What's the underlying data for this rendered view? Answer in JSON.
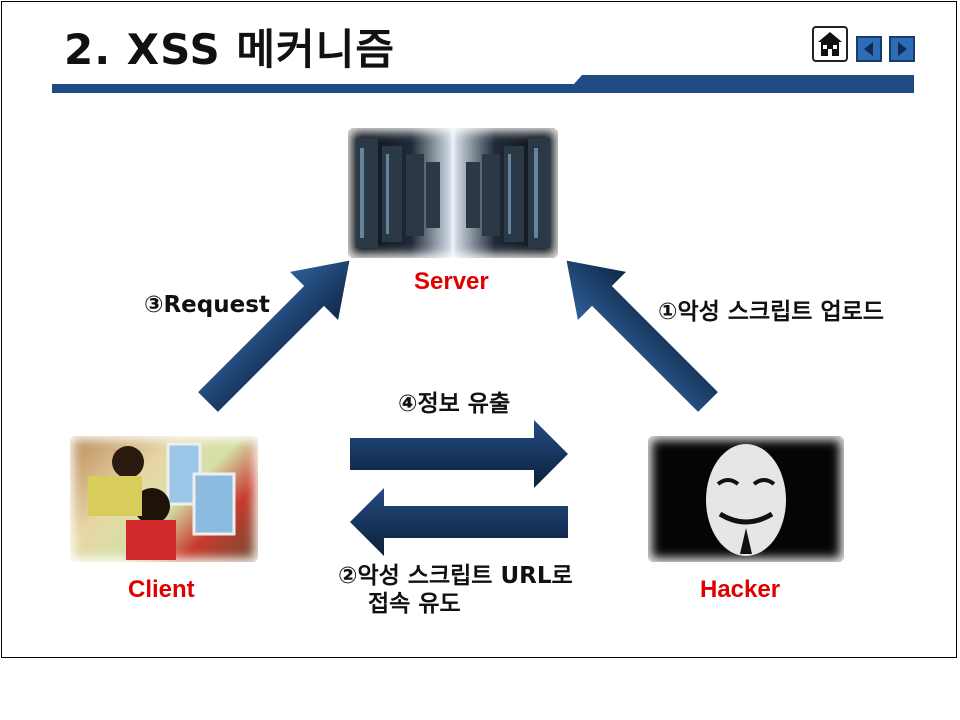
{
  "slide": {
    "title": "2. XSS 메커니즘",
    "accent_color": "#1f3f6e"
  },
  "nodes": {
    "server": "Server",
    "client": "Client",
    "hacker": "Hacker"
  },
  "steps": {
    "step1": "①악성 스크립트 업로드",
    "step2_line1": "②악성 스크립트 URL로",
    "step2_line2": "접속 유도",
    "step3": "③Request",
    "step4": "④정보 유출"
  },
  "nav": {
    "home_icon": "house-icon",
    "prev_icon": "arrow-left-icon",
    "next_icon": "arrow-right-icon"
  }
}
